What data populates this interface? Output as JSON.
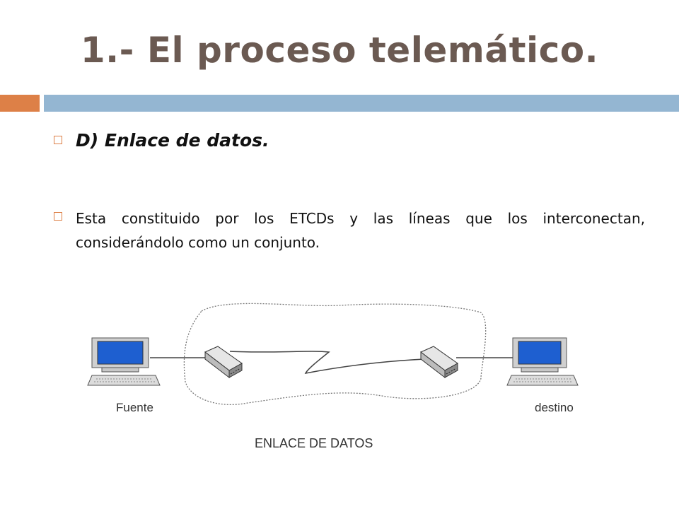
{
  "slide": {
    "title": "1.- El proceso telemático.",
    "heading": "D) Enlace de datos.",
    "paragraph": "Esta constituido por los ETCDs y las líneas que los interconectan, considerándolo como un conjunto."
  },
  "diagram": {
    "source_label": "Fuente",
    "destination_label": "destino",
    "caption": "ENLACE DE DATOS"
  },
  "colors": {
    "title": "#6b5a52",
    "accent": "#dd8047",
    "bar": "#94b6d2",
    "screen": "#1e5fd0"
  },
  "icons": [
    "computer-icon",
    "modem-icon",
    "bullet-square-icon"
  ]
}
